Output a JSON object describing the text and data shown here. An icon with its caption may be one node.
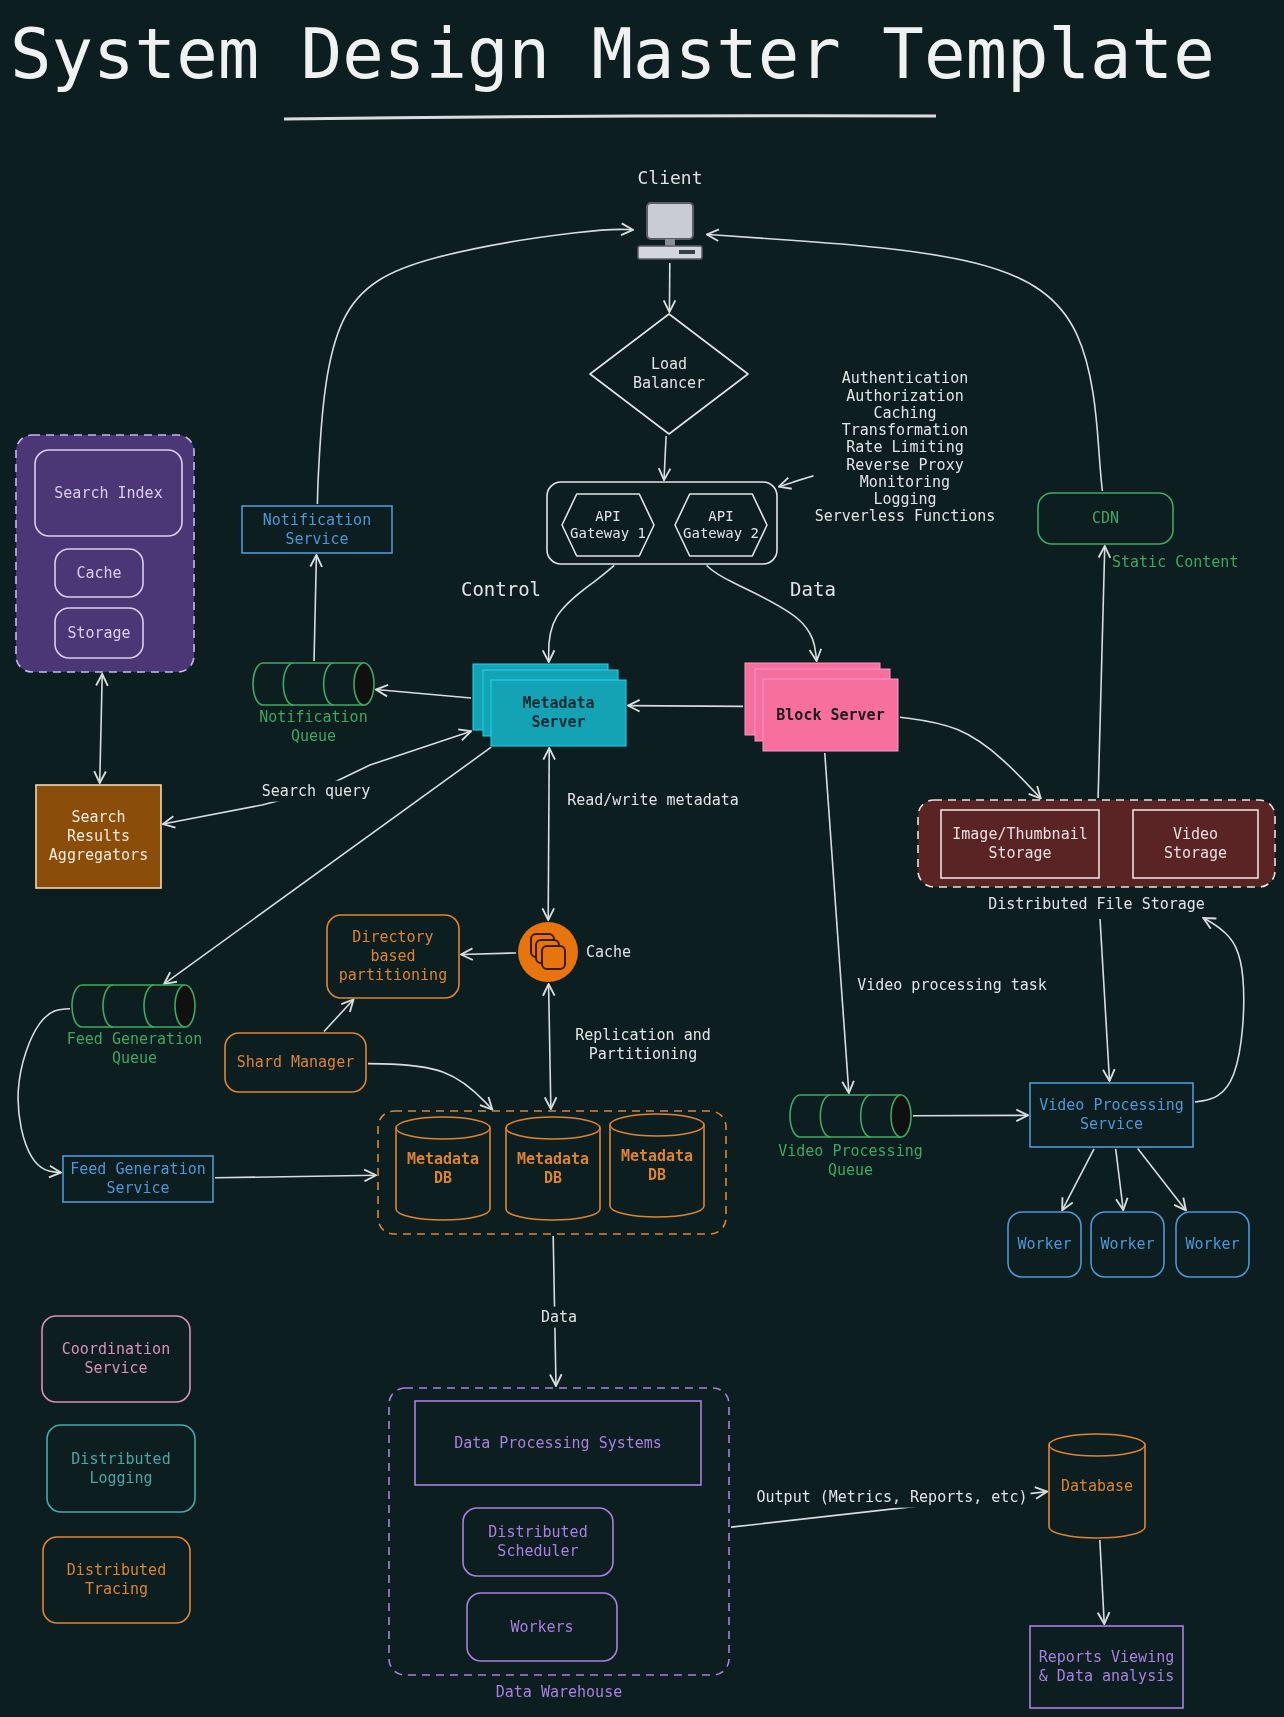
{
  "diagram": {
    "title": "System Design Master Template",
    "nodes": [
      {
        "text": [
          "Client"
        ]
      },
      {
        "text": [
          "Load Balancer"
        ]
      },
      {
        "text": [],
        "shape": "box"
      },
      {
        "text": [
          "API Gateway 1"
        ],
        "in": 2
      },
      {
        "text": [
          "API Gateway 2"
        ],
        "in": 2
      },
      {
        "text": [
          "Authentication",
          "Authorization",
          "Caching",
          "Transformation",
          "Rate Limiting",
          "Reverse Proxy",
          "Monitoring",
          "Logging",
          "Serverless Functions"
        ]
      },
      {
        "text": [],
        "shape": "box"
      },
      {
        "text": [
          "Search Index"
        ],
        "in": 6
      },
      {
        "text": [
          "Cache"
        ],
        "in": 6
      },
      {
        "text": [
          "Storage"
        ],
        "in": 6
      },
      {
        "text": [
          "Notification Service"
        ]
      },
      {
        "text": [
          "CDN"
        ],
        "beside": [
          "Static Content"
        ]
      },
      {
        "text": [
          "Notification Queue"
        ]
      },
      {
        "text": [
          "Metadata Server"
        ]
      },
      {
        "text": [
          "Block Server"
        ]
      },
      {
        "text": [
          "Search Results Aggregators"
        ]
      },
      {
        "text": [
          "Distributed File Storage"
        ]
      },
      {
        "text": [
          "Image/Thumbnail Storage"
        ],
        "in": 16
      },
      {
        "text": [
          "Video Storage"
        ],
        "in": 16
      },
      {
        "text": [
          "Directory based partitioning"
        ]
      },
      {
        "text": [
          "Cache"
        ]
      },
      {
        "text": [
          "Feed Generation Queue"
        ]
      },
      {
        "text": [
          "Shard Manager"
        ]
      },
      {
        "text": [
          "Video Processing Queue"
        ]
      },
      {
        "text": [
          "Video Processing Service"
        ]
      },
      {
        "text": [],
        "shape": "box"
      },
      {
        "text": [
          "Metadata DB"
        ],
        "in": 25
      },
      {
        "text": [
          "Metadata DB"
        ],
        "in": 25
      },
      {
        "text": [
          "Metadata DB"
        ],
        "in": 25
      },
      {
        "text": [
          "Feed Generation Service"
        ]
      },
      {
        "text": [
          "Worker"
        ]
      },
      {
        "text": [
          "Worker"
        ]
      },
      {
        "text": [
          "Worker"
        ]
      },
      {
        "text": [
          "Coordination Service"
        ]
      },
      {
        "text": [
          "Distributed Logging"
        ]
      },
      {
        "text": [
          "Distributed Tracing"
        ]
      },
      {
        "text": [
          "Data Warehouse"
        ]
      },
      {
        "text": [
          "Data Processing Systems"
        ],
        "in": 36
      },
      {
        "text": [
          "Distributed Scheduler"
        ],
        "in": 36
      },
      {
        "text": [
          "Workers"
        ],
        "in": 36
      },
      {
        "text": [
          "Database"
        ]
      },
      {
        "text": [
          "Reports Viewing & Data analysis"
        ]
      }
    ],
    "edges": [
      {
        "from": 0,
        "to": 1,
        "arrow": "to"
      },
      {
        "from": 1,
        "to": 2,
        "arrow": "to"
      },
      {
        "from": 5,
        "to": 2,
        "arrow": "to"
      },
      {
        "from": 2,
        "to": 13,
        "arrow": "to",
        "label": "Control"
      },
      {
        "from": 2,
        "to": 14,
        "arrow": "to",
        "label": "Data"
      },
      {
        "from": 14,
        "to": 13,
        "arrow": "to"
      },
      {
        "from": 13,
        "to": 12,
        "arrow": "to"
      },
      {
        "from": 12,
        "to": 10,
        "arrow": "to"
      },
      {
        "from": 10,
        "to": 0,
        "arrow": "to"
      },
      {
        "from": 11,
        "to": 0,
        "arrow": "to"
      },
      {
        "from": 16,
        "to": 11,
        "arrow": "to"
      },
      {
        "from": 14,
        "to": 16,
        "arrow": "to"
      },
      {
        "from": 6,
        "to": 15,
        "arrow": "both"
      },
      {
        "from": 13,
        "to": 15,
        "arrow": "both",
        "label": "Search query"
      },
      {
        "from": 13,
        "to": 21,
        "arrow": "to"
      },
      {
        "from": 13,
        "to": 20,
        "arrow": "both",
        "label": "Read/write metadata"
      },
      {
        "from": 20,
        "to": 19,
        "arrow": "to"
      },
      {
        "from": 20,
        "to": 25,
        "arrow": "both",
        "label": "Replication and Partitioning"
      },
      {
        "from": 22,
        "to": 19,
        "arrow": "to"
      },
      {
        "from": 22,
        "to": 25,
        "arrow": "to"
      },
      {
        "from": 21,
        "to": 29,
        "arrow": "to"
      },
      {
        "from": 29,
        "to": 25,
        "arrow": "to"
      },
      {
        "from": 14,
        "to": 23,
        "arrow": "to",
        "label": "Video processing task"
      },
      {
        "from": 23,
        "to": 24,
        "arrow": "to"
      },
      {
        "from": 16,
        "to": 24,
        "arrow": "to"
      },
      {
        "from": 24,
        "to": 16,
        "arrow": "to"
      },
      {
        "from": 24,
        "to": 30,
        "arrow": "to"
      },
      {
        "from": 24,
        "to": 31,
        "arrow": "to"
      },
      {
        "from": 24,
        "to": 32,
        "arrow": "to"
      },
      {
        "from": 25,
        "to": 36,
        "arrow": "to",
        "label": "Data"
      },
      {
        "from": 36,
        "to": 40,
        "arrow": "to",
        "label": "Output (Metrics, Reports, etc)"
      },
      {
        "from": 40,
        "to": 41,
        "arrow": "to"
      }
    ]
  }
}
